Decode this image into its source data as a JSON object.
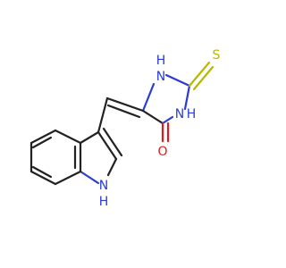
{
  "molecule": {
    "atoms": {
      "n1": {
        "label": "N",
        "h": "H"
      },
      "n3": {
        "label": "N",
        "h": "H"
      },
      "s": {
        "label": "S"
      },
      "o": {
        "label": "O"
      },
      "n_indole": {
        "label": "N",
        "h": "H"
      }
    },
    "colors": {
      "carbon": "#222222",
      "nitrogen": "#2a3bd6",
      "oxygen": "#e31a1a",
      "sulfur": "#b8b800"
    }
  }
}
